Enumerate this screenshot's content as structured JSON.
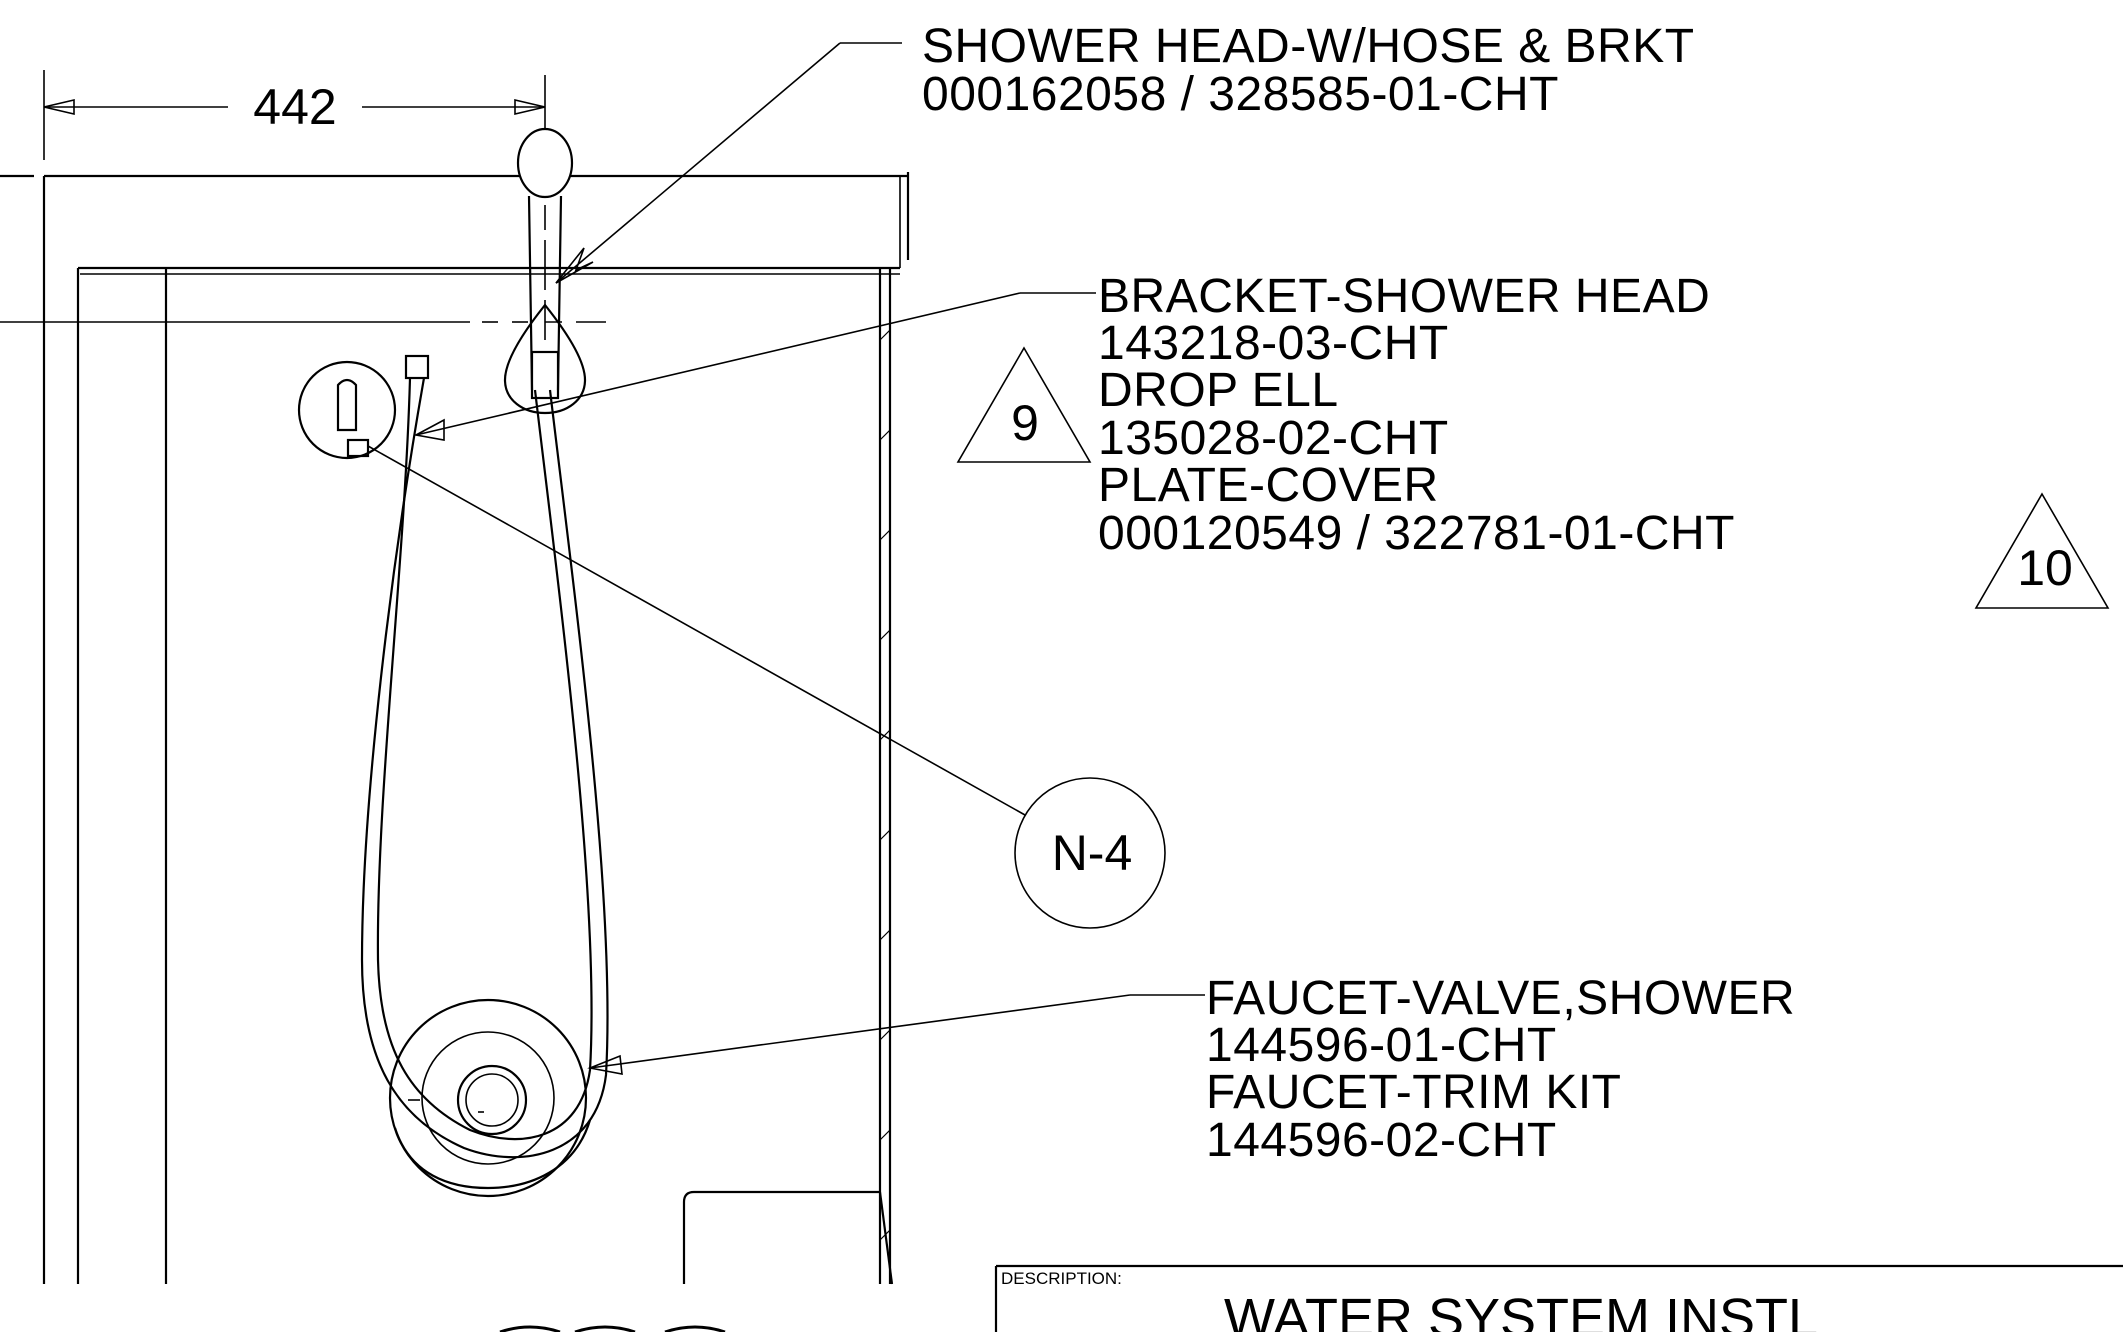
{
  "dimension": {
    "value": "442"
  },
  "callouts": {
    "shower_head": {
      "line1": "SHOWER HEAD-W/HOSE & BRKT",
      "line2": "000162058 / 328585-01-CHT"
    },
    "bracket": {
      "lines": [
        "BRACKET-SHOWER HEAD",
        "143218-03-CHT",
        "DROP ELL",
        "135028-02-CHT",
        "PLATE-COVER",
        "000120549 / 322781-01-CHT"
      ]
    },
    "faucet": {
      "lines": [
        "FAUCET-VALVE,SHOWER",
        "144596-01-CHT",
        "FAUCET-TRIM KIT",
        "144596-02-CHT"
      ]
    }
  },
  "revision_triangles": {
    "a": "9",
    "b": "10"
  },
  "detail_bubble": {
    "label": "N-4"
  },
  "title_block": {
    "label": "DESCRIPTION:",
    "title": "WATER SYSTEM INSTL"
  }
}
